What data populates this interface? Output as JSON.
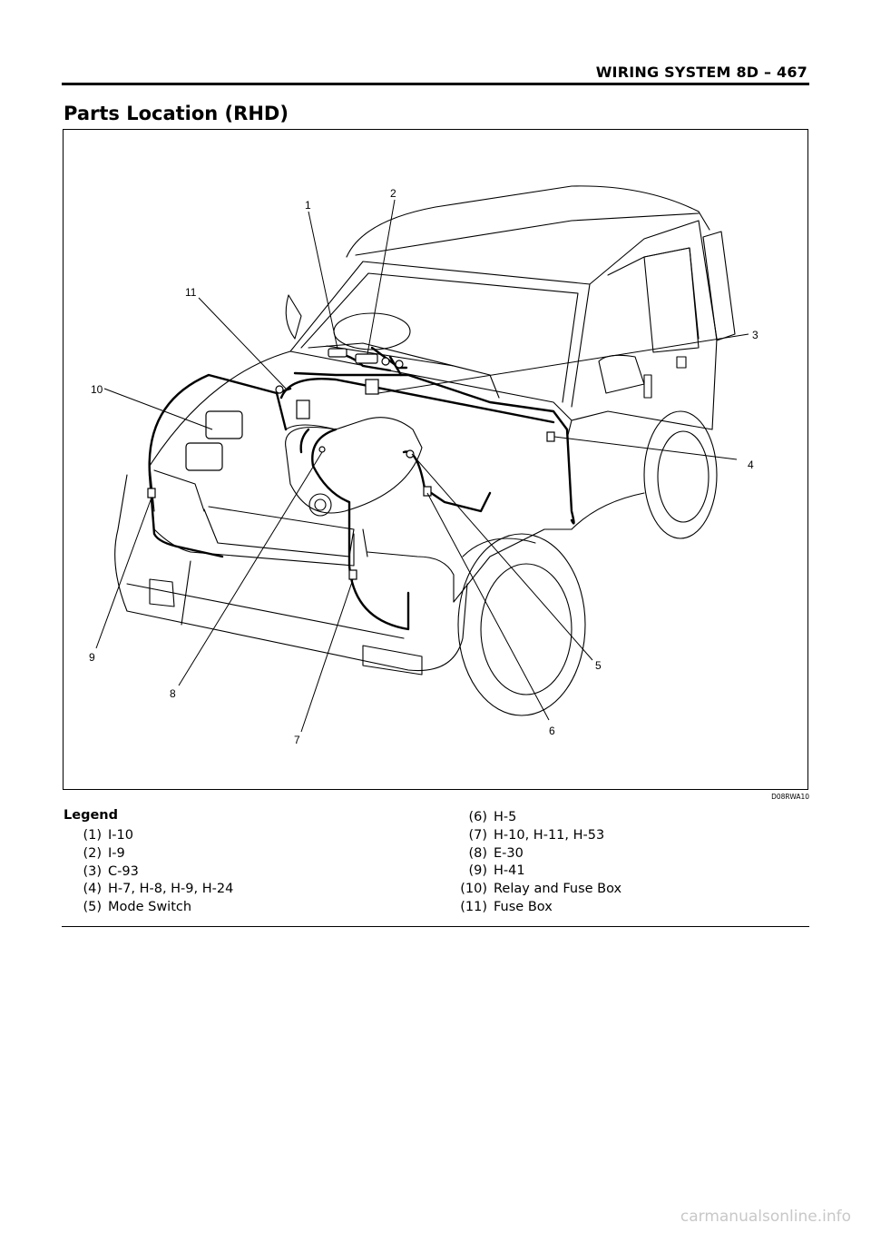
{
  "header": {
    "title": "WIRING SYSTEM 8D – 467"
  },
  "section": {
    "title": "Parts Location (RHD)"
  },
  "figure": {
    "code": "D08RWA10",
    "callouts": [
      "1",
      "2",
      "3",
      "4",
      "5",
      "6",
      "7",
      "8",
      "9",
      "10",
      "11"
    ]
  },
  "legend": {
    "title": "Legend",
    "left": [
      {
        "num": "(1)",
        "text": "I-10"
      },
      {
        "num": "(2)",
        "text": "I-9"
      },
      {
        "num": "(3)",
        "text": "C-93"
      },
      {
        "num": "(4)",
        "text": "H-7, H-8, H-9, H-24"
      },
      {
        "num": "(5)",
        "text": "Mode Switch"
      }
    ],
    "right": [
      {
        "num": "(6)",
        "text": "H-5"
      },
      {
        "num": "(7)",
        "text": "H-10, H-11, H-53"
      },
      {
        "num": "(8)",
        "text": "E-30"
      },
      {
        "num": "(9)",
        "text": "H-41"
      },
      {
        "num": "(10)",
        "text": "Relay and Fuse Box"
      },
      {
        "num": "(11)",
        "text": "Fuse Box"
      }
    ]
  },
  "watermark": "carmanualsonline.info"
}
